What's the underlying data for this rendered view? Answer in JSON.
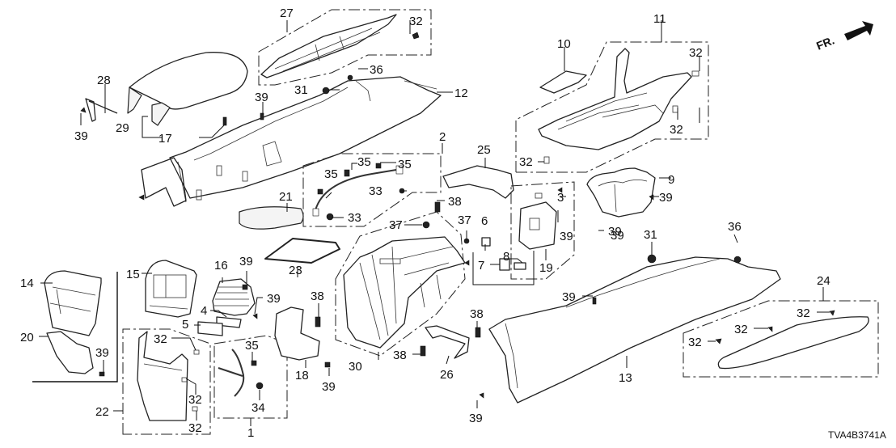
{
  "diagram": {
    "type": "exploded-parts-diagram",
    "subject": "Center console assembly",
    "drawing_code": "TVA4B3741A",
    "orientation_label": "FR.",
    "callouts": [
      {
        "id": "c27",
        "text": "27"
      },
      {
        "id": "c32a",
        "text": "32"
      },
      {
        "id": "c11",
        "text": "11"
      },
      {
        "id": "c10",
        "text": "10"
      },
      {
        "id": "c32b",
        "text": "32"
      },
      {
        "id": "c28",
        "text": "28"
      },
      {
        "id": "c36a",
        "text": "36"
      },
      {
        "id": "c31a",
        "text": "31"
      },
      {
        "id": "c12",
        "text": "12"
      },
      {
        "id": "c39a",
        "text": "39"
      },
      {
        "id": "c29",
        "text": "29"
      },
      {
        "id": "c17",
        "text": "17"
      },
      {
        "id": "c39b",
        "text": "39"
      },
      {
        "id": "c32c",
        "text": "32"
      },
      {
        "id": "c32d",
        "text": "32"
      },
      {
        "id": "c2",
        "text": "2"
      },
      {
        "id": "c25",
        "text": "25"
      },
      {
        "id": "c35a",
        "text": "35"
      },
      {
        "id": "c35b",
        "text": "35"
      },
      {
        "id": "c35c",
        "text": "35"
      },
      {
        "id": "c33a",
        "text": "33"
      },
      {
        "id": "c9",
        "text": "9"
      },
      {
        "id": "c3",
        "text": "3"
      },
      {
        "id": "c39c",
        "text": "39"
      },
      {
        "id": "c39d",
        "text": "39"
      },
      {
        "id": "c21",
        "text": "21"
      },
      {
        "id": "c33b",
        "text": "33"
      },
      {
        "id": "c38a",
        "text": "38"
      },
      {
        "id": "c37a",
        "text": "37"
      },
      {
        "id": "c37b",
        "text": "37"
      },
      {
        "id": "c6",
        "text": "6"
      },
      {
        "id": "c39e",
        "text": "39"
      },
      {
        "id": "c39f",
        "text": "39"
      },
      {
        "id": "c36b",
        "text": "36"
      },
      {
        "id": "c31b",
        "text": "31"
      },
      {
        "id": "c8",
        "text": "8"
      },
      {
        "id": "c7",
        "text": "7"
      },
      {
        "id": "c19",
        "text": "19"
      },
      {
        "id": "c14",
        "text": "14"
      },
      {
        "id": "c15",
        "text": "15"
      },
      {
        "id": "c16",
        "text": "16"
      },
      {
        "id": "c39g",
        "text": "39"
      },
      {
        "id": "c23",
        "text": "23"
      },
      {
        "id": "c39h",
        "text": "39"
      },
      {
        "id": "c4",
        "text": "4"
      },
      {
        "id": "c5",
        "text": "5"
      },
      {
        "id": "c38b",
        "text": "38"
      },
      {
        "id": "c38c",
        "text": "38"
      },
      {
        "id": "c39i",
        "text": "39"
      },
      {
        "id": "c24",
        "text": "24"
      },
      {
        "id": "c20",
        "text": "20"
      },
      {
        "id": "c39j",
        "text": "39"
      },
      {
        "id": "c32e",
        "text": "32"
      },
      {
        "id": "c35d",
        "text": "35"
      },
      {
        "id": "c32f",
        "text": "32"
      },
      {
        "id": "c32g",
        "text": "32"
      },
      {
        "id": "c32h",
        "text": "32"
      },
      {
        "id": "c38d",
        "text": "38"
      },
      {
        "id": "c30",
        "text": "30"
      },
      {
        "id": "c26",
        "text": "26"
      },
      {
        "id": "c39k",
        "text": "39"
      },
      {
        "id": "c18",
        "text": "18"
      },
      {
        "id": "c13",
        "text": "13"
      },
      {
        "id": "c32i",
        "text": "32"
      },
      {
        "id": "c32j",
        "text": "32"
      },
      {
        "id": "c22",
        "text": "22"
      },
      {
        "id": "c34",
        "text": "34"
      },
      {
        "id": "c1",
        "text": "1"
      },
      {
        "id": "c39l",
        "text": "39"
      }
    ],
    "part_numbers": [
      "1",
      "2",
      "3",
      "4",
      "5",
      "6",
      "7",
      "8",
      "9",
      "10",
      "11",
      "12",
      "13",
      "14",
      "15",
      "16",
      "17",
      "18",
      "19",
      "20",
      "21",
      "22",
      "23",
      "24",
      "25",
      "26",
      "27",
      "28",
      "29",
      "30",
      "31",
      "32",
      "33",
      "34",
      "35",
      "36",
      "37",
      "38",
      "39"
    ]
  }
}
